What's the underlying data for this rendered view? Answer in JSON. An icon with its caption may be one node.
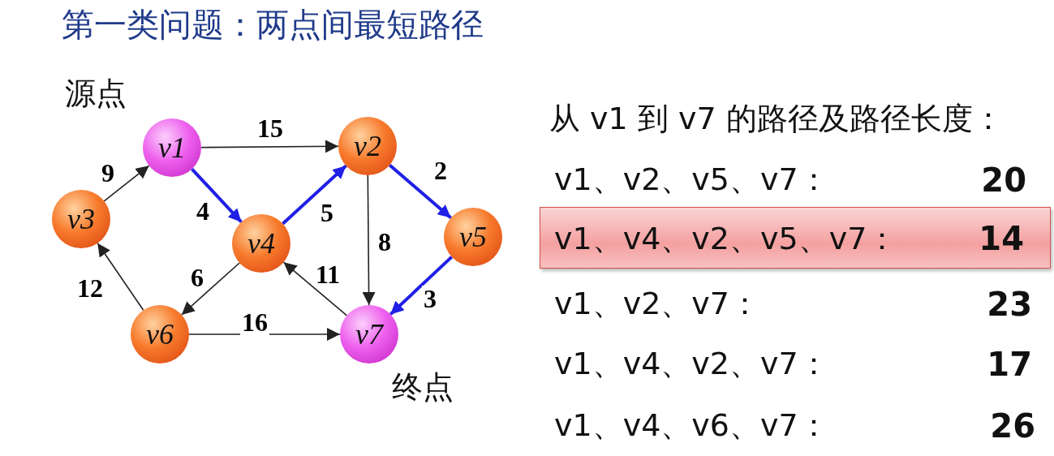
{
  "diagram": {
    "title": "第一类问题：两点间最短路径",
    "nodes": [
      {
        "text": [
          "v1"
        ]
      },
      {
        "text": [
          "v2"
        ]
      },
      {
        "text": [
          "v3"
        ]
      },
      {
        "text": [
          "v4"
        ]
      },
      {
        "text": [
          "v5"
        ]
      },
      {
        "text": [
          "v6"
        ]
      },
      {
        "text": [
          "v7"
        ]
      },
      {
        "text": [
          "v1、v4、v2、v5、v7：",
          "14"
        ]
      }
    ],
    "edges": [
      {
        "from": 0,
        "to": 1,
        "arrow": "to",
        "label": "15"
      },
      {
        "from": 2,
        "to": 0,
        "arrow": "to",
        "label": "9"
      },
      {
        "from": 0,
        "to": 3,
        "arrow": "to",
        "label": "4",
        "style": "thick",
        "color": "#1f1fe6"
      },
      {
        "from": 3,
        "to": 1,
        "arrow": "to",
        "label": "5",
        "style": "thick",
        "color": "#1f1fe6"
      },
      {
        "from": 1,
        "to": 4,
        "arrow": "to",
        "label": "2",
        "style": "thick",
        "color": "#1f1fe6"
      },
      {
        "from": 1,
        "to": 6,
        "arrow": "to",
        "label": "8"
      },
      {
        "from": 4,
        "to": 6,
        "arrow": "to",
        "label": "3",
        "style": "thick",
        "color": "#1f1fe6"
      },
      {
        "from": 6,
        "to": 3,
        "arrow": "to",
        "label": "11"
      },
      {
        "from": 3,
        "to": 5,
        "arrow": "to",
        "label": "6"
      },
      {
        "from": 5,
        "to": 2,
        "arrow": "to",
        "label": "12"
      },
      {
        "from": 5,
        "to": 6,
        "arrow": "to",
        "label": "16"
      }
    ],
    "labels": [
      "源点",
      "从 v1 到 v7 的路径及路径长度：",
      "v1、v2、v5、v7：",
      "20",
      "v1、v2、v7：",
      "23",
      "v1、v4、v2、v7：",
      "17",
      "终点",
      "v1、v4、v6、v7：",
      "26"
    ]
  }
}
